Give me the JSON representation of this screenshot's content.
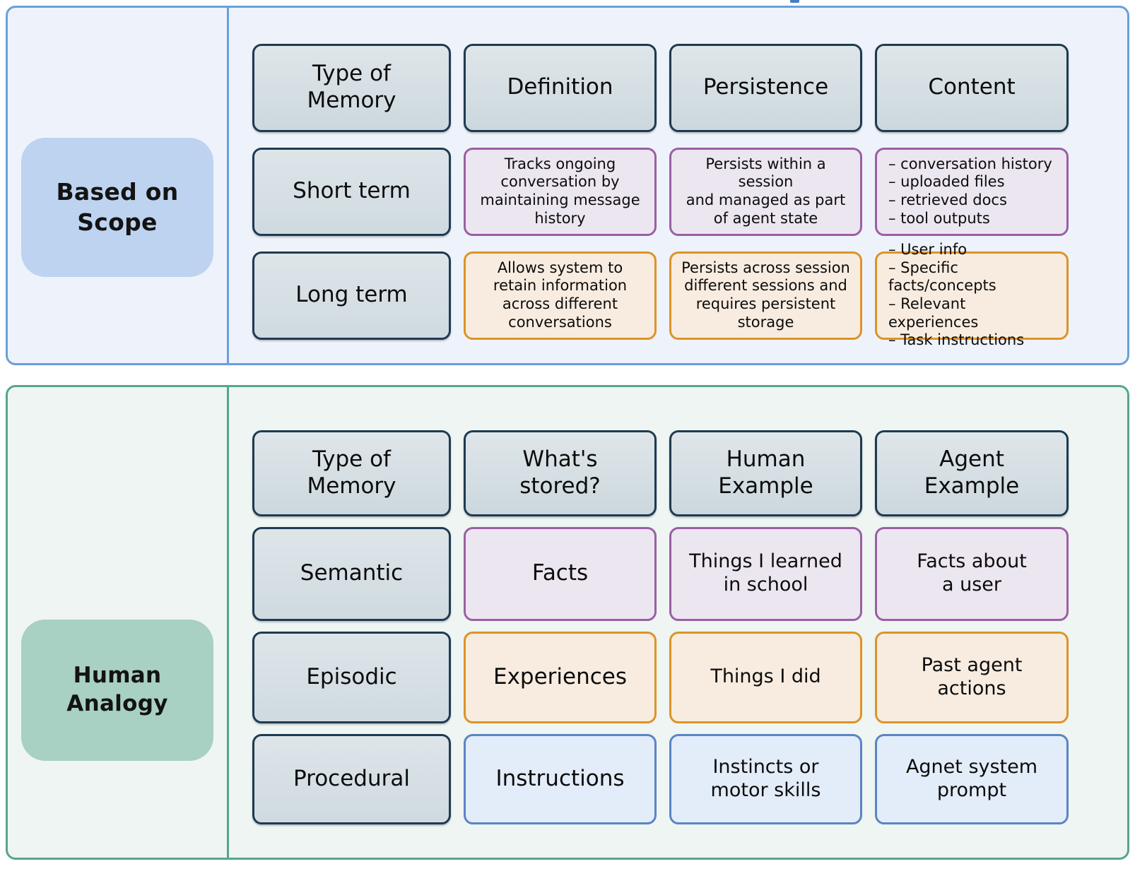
{
  "theme": {
    "scope_border": "#6a9fdb",
    "scope_bg": "#eef3fb",
    "scope_pill_bg": "#bed3ef",
    "analogy_border": "#55a58f",
    "analogy_bg": "#eef5f2",
    "analogy_pill_bg": "#a8d0c3",
    "header_border": "#1e3b51",
    "header_bg": "#d6e0e5",
    "purple_border": "#9a5fa4",
    "purple_bg": "#ece6f0",
    "orange_border": "#dd9327",
    "orange_bg": "#f8ece0",
    "blue_border": "#5b84c4",
    "blue_bg": "#e3ecf9"
  },
  "scope_section": {
    "label": "Based on\nScope",
    "headers": [
      "Type of\nMemory",
      "Definition",
      "Persistence",
      "Content"
    ],
    "rows": [
      {
        "type": "Short term",
        "definition": "Tracks ongoing\nconversation by\nmaintaining message\nhistory",
        "persistence": "Persists within a session\nand managed as part\nof agent state",
        "content": "–  conversation history\n–  uploaded files\n–  retrieved docs\n–  tool outputs"
      },
      {
        "type": "Long term",
        "definition": "Allows system to\nretain information\nacross different\nconversations",
        "persistence": "Persists across session\ndifferent sessions and\nrequires persistent\nstorage",
        "content": "–  User info\n–  Specific facts/concepts\n–  Relevant experiences\n–  Task instructions"
      }
    ]
  },
  "analogy_section": {
    "label": "Human\nAnalogy",
    "headers": [
      "Type of\nMemory",
      "What's\nstored?",
      "Human\nExample",
      "Agent\nExample"
    ],
    "rows": [
      {
        "type": "Semantic",
        "stored": "Facts",
        "human_example": "Things I learned\nin school",
        "agent_example": "Facts about\na user"
      },
      {
        "type": "Episodic",
        "stored": "Experiences",
        "human_example": "Things I did",
        "agent_example": "Past agent\nactions"
      },
      {
        "type": "Procedural",
        "stored": "Instructions",
        "human_example": "Instincts or\nmotor skills",
        "agent_example": "Agnet system\nprompt"
      }
    ]
  }
}
